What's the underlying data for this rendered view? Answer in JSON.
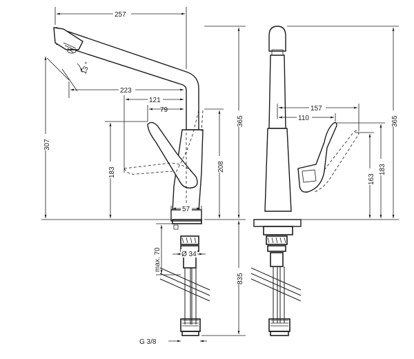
{
  "dimensions": {
    "spout_reach_total": "257",
    "spout_angle": "13 °",
    "reach_223": "223",
    "reach_121": "121",
    "reach_79": "79",
    "base_width": "57",
    "height_total_left": "365",
    "height_307": "307",
    "height_208": "208",
    "height_183_left": "183",
    "max_70": "max. 70",
    "hole_diameter": "Ø 34",
    "hose_length": "835",
    "thread": "G 3/8",
    "lever_reach_157": "157",
    "lever_reach_110": "110",
    "height_total_right": "365",
    "height_183_right": "183",
    "height_163": "163"
  },
  "colors": {
    "line": "#1a1a1a",
    "background": "#ffffff"
  }
}
